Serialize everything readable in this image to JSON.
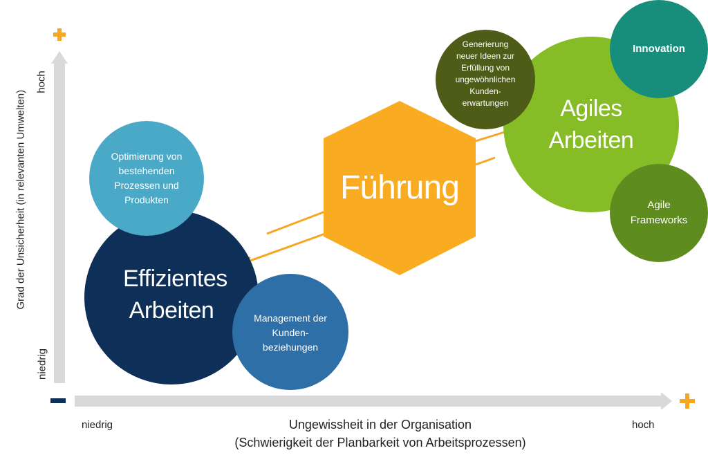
{
  "y_axis": {
    "title": "Grad der Unsicherheit (in relevanten Umwelten)",
    "high_label": "hoch",
    "low_label": "niedrig",
    "plus_marker": "+",
    "minus_marker": "−"
  },
  "x_axis": {
    "title_line1": "Ungewissheit in der Organisation",
    "title_line2": "(Schwierigkeit der Planbarkeit von Arbeitsprozessen)",
    "low_label": "niedrig",
    "high_label": "hoch",
    "plus_marker": "+"
  },
  "nodes": {
    "efficient_work": "Effizientes Arbeiten",
    "optimization": "Optimierung von bestehenden Prozessen und Produkten",
    "customer_management": "Management der Kunden-beziehungen",
    "leadership": "Führung",
    "agile_work": "Agiles Arbeiten",
    "idea_generation": "Generierung neuer Ideen zur Erfüllung von ungewöhnlichen Kunden-erwartungen",
    "innovation": "Innovation",
    "agile_frameworks": "Agile Frameworks"
  },
  "colors": {
    "axis": "#d9d9d9",
    "marker_orange": "#f5a623",
    "marker_navy": "#0e2f57",
    "navy": "#0e2f57",
    "light_blue": "#4ba9c8",
    "mid_blue": "#2e6fa7",
    "hexagon": "#f9ac21",
    "arrow": "#f5a623",
    "lime": "#86bc26",
    "dark_olive": "#4e5c17",
    "teal": "#178e7b",
    "olive": "#5f8c1e"
  }
}
